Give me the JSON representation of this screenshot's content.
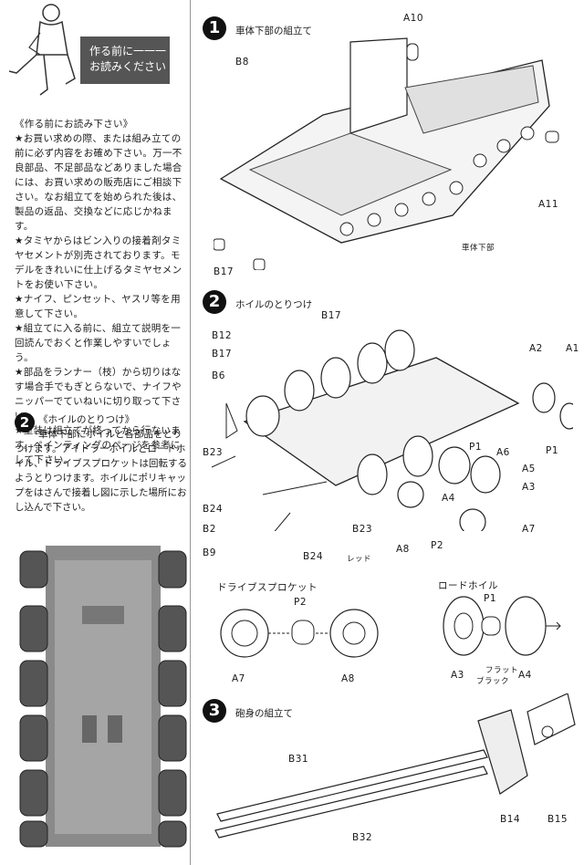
{
  "header": {
    "box_line1": "作る前に一一一",
    "box_line2": "お読みください"
  },
  "intro": {
    "title": "《作る前にお読み下さい》",
    "p1": "★お買い求めの際、または組み立ての前に必ず内容をお確め下さい。万一不良部品、不足部品などありました場合には、お買い求めの販売店にご相談下さい。なお組立てを始められた後は、製品の返品、交換などに応じかねます。",
    "p2": "★タミヤからはビン入りの接着剤タミヤセメントが別売されております。モデルをきれいに仕上げるタミヤセメントをお使い下さい。",
    "p3": "★ナイフ、ピンセット、ヤスリ等を用意して下さい。",
    "p4": "★組立てに入る前に、組立て説明を一回読んでおくと作業しやすいでしょう。",
    "p5": "★部品をランナー（枝）から切りはなす場合手でもぎとらないで、ナイフやニッパーでていねいに切り取って下さい。",
    "p6": "★塗装は組立てが終ってから行ないます。ペインティングのページを参考にして下さい。"
  },
  "step2_text": {
    "num": "2",
    "title": "《ホイルのとりつけ》",
    "body": "車体下部にホイルと各部品をとりつけます。アイドラーホイルとロードホイル、ドライブスプロケットは回転するようとりつけます。ホイルにポリキャップをはさんで接着し図に示した場所におし込んで下さい。"
  },
  "step1": {
    "num": "1",
    "title": "車体下部の組立て",
    "parts": [
      "A10",
      "B8",
      "A11",
      "B17"
    ],
    "caption": "車体下部"
  },
  "step2": {
    "num": "2",
    "title": "ホイルのとりつけ",
    "parts": [
      "B17",
      "B12",
      "B17",
      "B6",
      "A2",
      "A1",
      "P1",
      "A6",
      "A5",
      "P1",
      "A3",
      "B23",
      "A4",
      "B24",
      "B2",
      "B23",
      "B9",
      "B24",
      "A8",
      "P2",
      "A7"
    ],
    "note": "レッド"
  },
  "drive": {
    "title": "ドライブスプロケット",
    "parts": [
      "P2",
      "A7",
      "A8"
    ]
  },
  "road": {
    "title": "ロードホイル",
    "parts": [
      "P1",
      "A3",
      "A4"
    ],
    "note1": "フラット",
    "note2": "ブラック"
  },
  "step3": {
    "num": "3",
    "title": "砲身の組立て",
    "parts": [
      "B31",
      "B32",
      "B14",
      "B15"
    ]
  }
}
